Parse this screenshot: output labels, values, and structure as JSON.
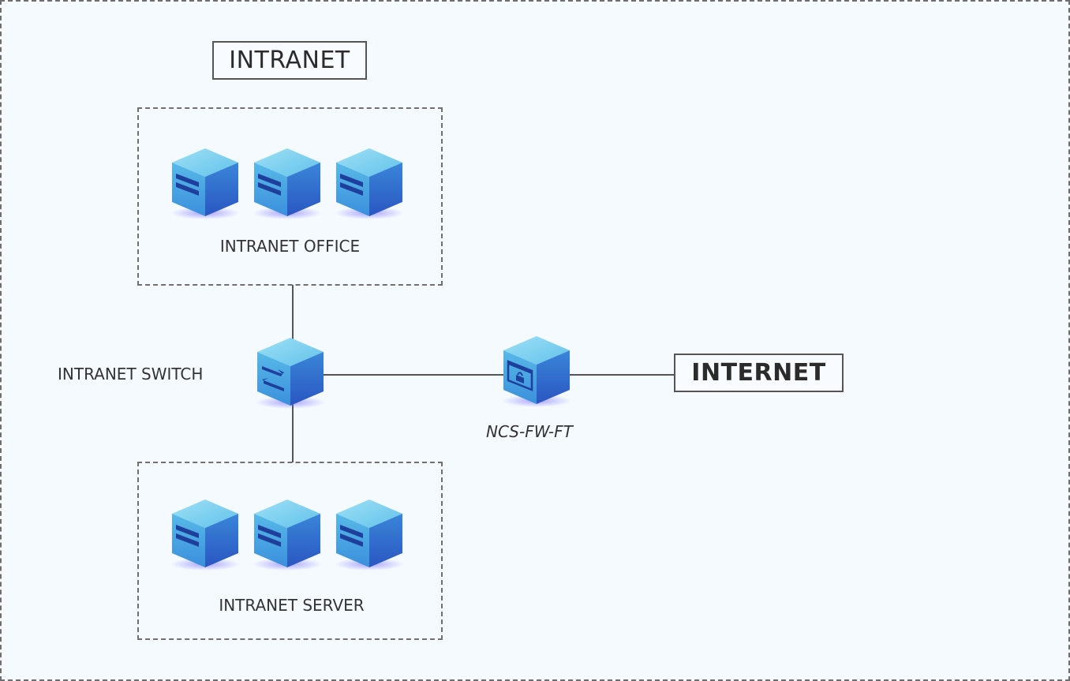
{
  "diagram": {
    "title": "INTRANET",
    "internet_label": "INTERNET",
    "zones": {
      "office": {
        "label": "INTRANET OFFICE",
        "node_icon": "server-cube-icon"
      },
      "server": {
        "label": "INTRANET SERVER",
        "node_icon": "server-cube-icon"
      }
    },
    "switch": {
      "label": "INTRANET SWITCH",
      "icon": "switch-arrows-cube-icon"
    },
    "firewall": {
      "label": "NCS-FW-FT",
      "icon": "firewall-lock-cube-icon"
    },
    "colors": {
      "cube_top": "#7fd0ee",
      "cube_left": "#4aaee3",
      "cube_right": "#2f6fcf",
      "line": "#555555",
      "background": "#f5faff"
    }
  }
}
